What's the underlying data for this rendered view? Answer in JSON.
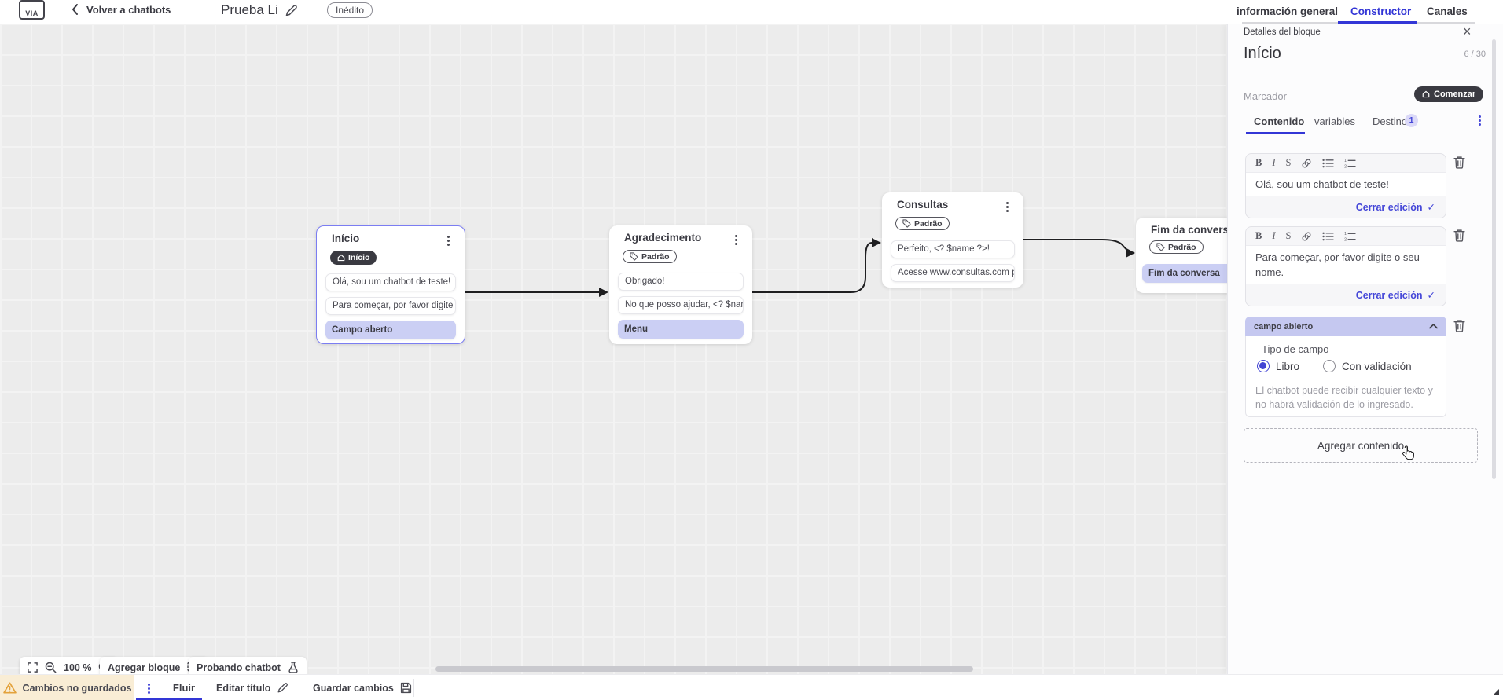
{
  "header": {
    "logo_text": "VIA",
    "back_label": "Volver a chatbots",
    "bot_name": "Prueba Li",
    "status_badge": "Inédito"
  },
  "top_tabs": {
    "items": [
      {
        "label": "información general",
        "active": false
      },
      {
        "label": "Constructor",
        "active": true
      },
      {
        "label": "Canales",
        "active": false
      }
    ]
  },
  "panel": {
    "header": "Detalles del bloque",
    "title": "Início",
    "counter": "6 / 30",
    "marker_label": "Marcador",
    "marker_value": "Comenzar",
    "tabs": [
      {
        "label": "Contenido",
        "active": true
      },
      {
        "label": "variables",
        "active": false
      },
      {
        "label": "Destino",
        "active": false,
        "badge": "1"
      }
    ],
    "editors": [
      {
        "text": "Olá, sou um chatbot de teste!",
        "close_label": "Cerrar edición"
      },
      {
        "text": "Para começar, por favor digite o seu nome.",
        "close_label": "Cerrar edición"
      }
    ],
    "field_section": {
      "header": "campo abierto",
      "type_label": "Tipo de campo",
      "options": [
        {
          "label": "Libro",
          "selected": true
        },
        {
          "label": "Con validación",
          "selected": false
        }
      ],
      "help_text": "El chatbot puede recibir cualquier texto y no habrá validación de lo ingresado."
    },
    "add_content_label": "Agregar contenido"
  },
  "canvas": {
    "blocks": [
      {
        "title": "Início",
        "badge": "Início",
        "badge_style": "dark",
        "selected": true,
        "items": [
          {
            "text": "Olá, sou um chatbot de teste!",
            "style": "plain"
          },
          {
            "text": "Para começar, por favor digite o ...",
            "style": "plain"
          },
          {
            "text": "Campo aberto",
            "style": "highlight"
          }
        ]
      },
      {
        "title": "Agradecimento",
        "badge": "Padrão",
        "badge_style": "outline",
        "selected": false,
        "items": [
          {
            "text": "Obrigado!",
            "style": "plain"
          },
          {
            "text": "No que posso ajudar, <? $name ...",
            "style": "plain"
          },
          {
            "text": "Menu",
            "style": "highlight"
          }
        ]
      },
      {
        "title": "Consultas",
        "badge": "Padrão",
        "badge_style": "outline",
        "selected": false,
        "items": [
          {
            "text": "Perfeito, <? $name ?>!",
            "style": "plain"
          },
          {
            "text": "Acesse www.consultas.com par...",
            "style": "plain"
          }
        ]
      },
      {
        "title": "Fim da conversa",
        "badge": "Padrão",
        "badge_style": "outline",
        "selected": false,
        "items": [
          {
            "text": "Fim da conversa",
            "style": "highlight"
          }
        ]
      }
    ],
    "toolbar": {
      "zoom_level": "100 %",
      "add_block_label": "Agregar bloque",
      "test_label": "Probando chatbot"
    }
  },
  "bottom_bar": {
    "unsaved_label": "Cambios no guardados",
    "flow_tab_label": "Fluir",
    "edit_title_label": "Editar título",
    "save_label": "Guardar cambios"
  },
  "icons": {
    "bold_glyph": "B",
    "italic_glyph": "I",
    "strike_glyph": "S",
    "close_glyph": "×",
    "check_glyph": "✓"
  },
  "colors": {
    "accent": "#3336d6",
    "indigo_link": "#4446d8",
    "highlight_lavender": "#cbcff4",
    "section_header_lavender": "#c5c8f0",
    "dark_badge": "#3a3a41",
    "selected_block_border": "#7b7df2",
    "warning_bg": "#f9edd5",
    "warning_icon": "#e3a23c",
    "canvas_bg": "#ececec"
  }
}
